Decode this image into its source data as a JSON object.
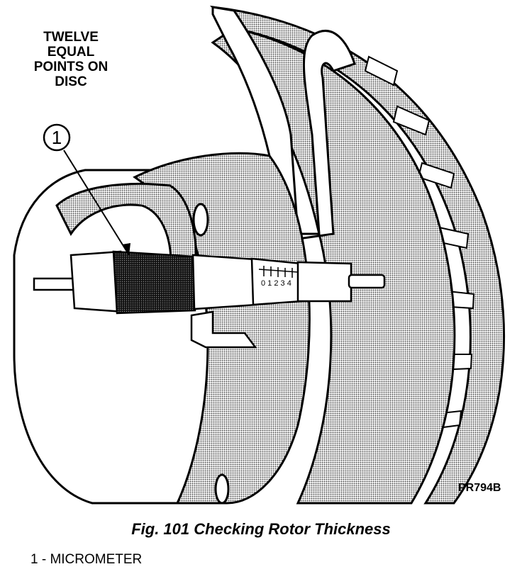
{
  "figure": {
    "note": "TWELVE\nEQUAL\nPOINTS ON\nDISC",
    "callout_number": "1",
    "figure_code": "PR794B",
    "gauge_digits": "0 1 2 3 4"
  },
  "caption": "Fig. 101 Checking Rotor Thickness",
  "legend": "1 - MICROMETER",
  "colors": {
    "ink": "#000000",
    "paper": "#ffffff",
    "halftone": "#9a9a9a",
    "dark_grip": "#2a2a2a"
  }
}
